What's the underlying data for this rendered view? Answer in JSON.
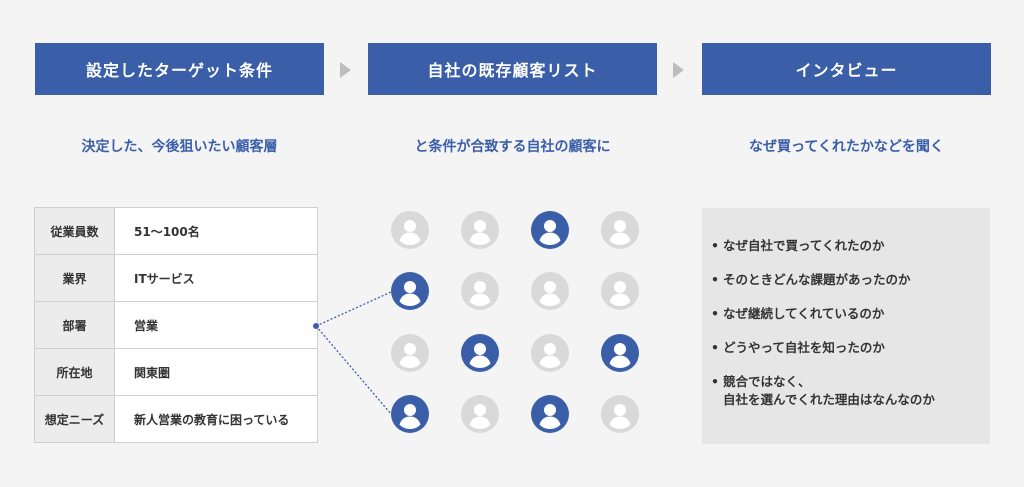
{
  "steps": [
    {
      "title": "設定したターゲット条件",
      "subtitle": "決定した、今後狙いたい顧客層"
    },
    {
      "title": "自社の既存顧客リスト",
      "subtitle": "と条件が合致する自社の顧客に"
    },
    {
      "title": "インタビュー",
      "subtitle": "なぜ買ってくれたかなどを聞く"
    }
  ],
  "table": [
    {
      "key": "従業員数",
      "value": "51～100名"
    },
    {
      "key": "業界",
      "value": "ITサービス"
    },
    {
      "key": "部署",
      "value": "営業"
    },
    {
      "key": "所在地",
      "value": "関東圏"
    },
    {
      "key": "想定ニーズ",
      "value": "新人営業の教育に困っている"
    }
  ],
  "customer_grid": {
    "rows": 4,
    "cols": 4,
    "highlighted": [
      [
        0,
        2
      ],
      [
        1,
        0
      ],
      [
        2,
        1
      ],
      [
        2,
        3
      ],
      [
        3,
        0
      ],
      [
        3,
        2
      ]
    ],
    "colors": {
      "highlight": "#3b5ea9",
      "normal": "#d9d9d9"
    }
  },
  "interview_points": [
    {
      "bullet": "•",
      "line1": "なぜ自社で買ってくれたのか",
      "line2": ""
    },
    {
      "bullet": "•",
      "line1": "そのときどんな課題があったのか",
      "line2": ""
    },
    {
      "bullet": "•",
      "line1": "なぜ継続してくれているのか",
      "line2": ""
    },
    {
      "bullet": "•",
      "line1": "どうやって自社を知ったのか",
      "line2": ""
    },
    {
      "bullet": "•",
      "line1": "競合ではなく、",
      "line2": "自社を選んでくれた理由はなんなのか"
    }
  ],
  "colors": {
    "accent": "#3b5ea9",
    "arrow": "#bdbdbd",
    "panel": "#e6e6e6"
  }
}
